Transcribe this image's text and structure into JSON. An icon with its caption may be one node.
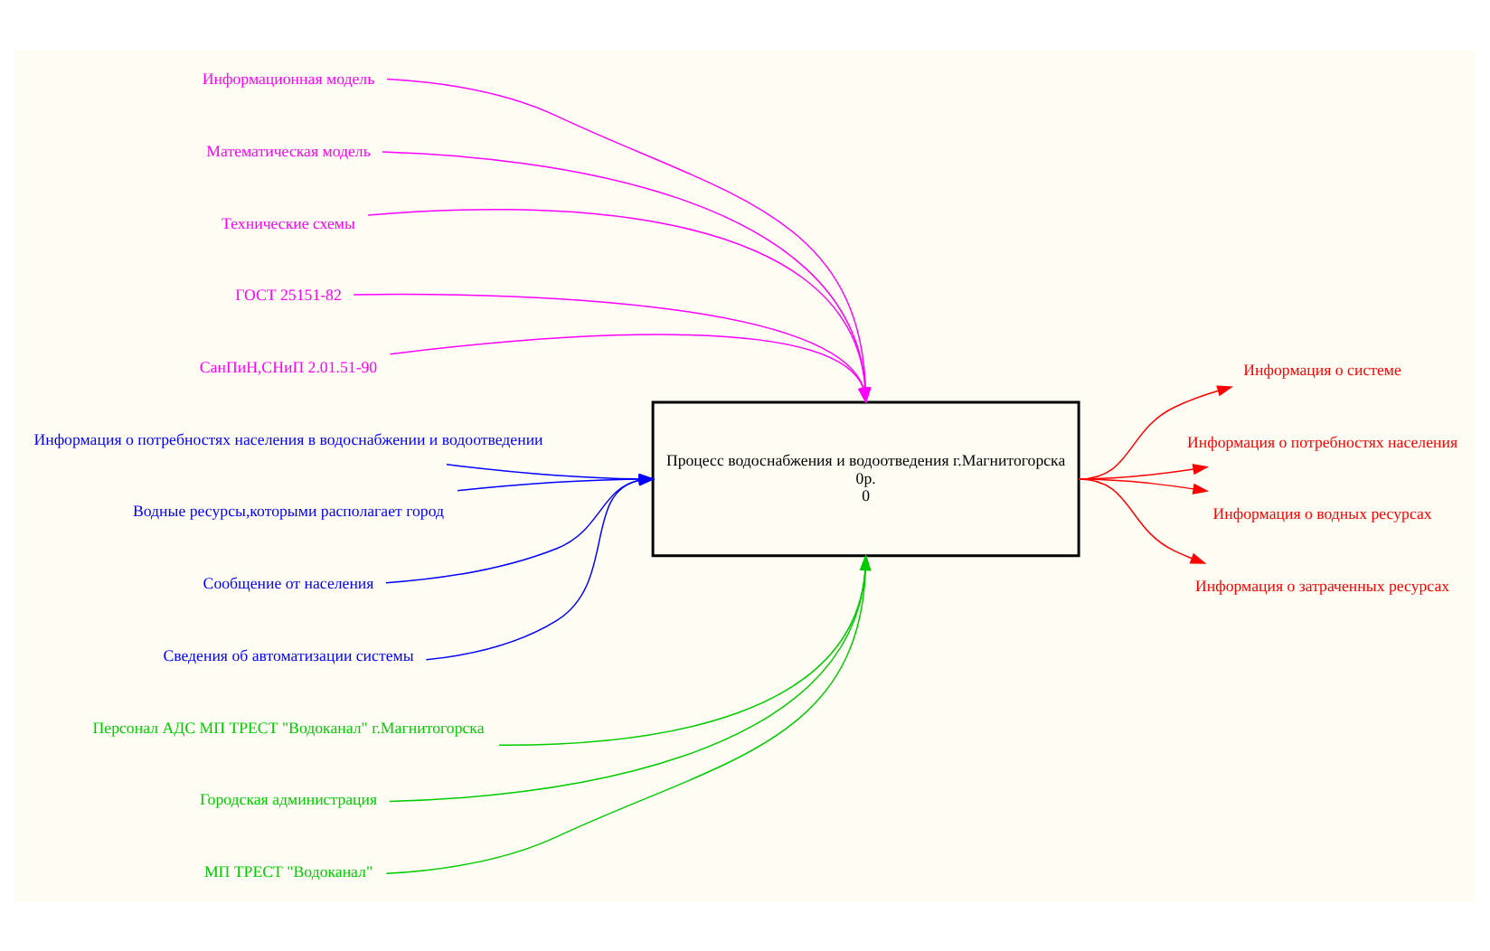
{
  "diagram": {
    "nodes": [
      {
        "text": [
          "Процесс водоснабжения и водоотведения г.Магнитогорска",
          "0р.",
          "0"
        ]
      },
      {
        "text": [
          "Информация о потребностях населения в водоснабжении и водоотведении"
        ]
      },
      {
        "text": [
          "Водные ресурсы,которыми располагает город"
        ]
      },
      {
        "text": [
          "Сообщение от населения"
        ]
      },
      {
        "text": [
          "Сведения об автоматизации системы"
        ]
      },
      {
        "text": [
          "Математическая модель"
        ]
      },
      {
        "text": [
          "Информационная модель"
        ]
      },
      {
        "text": [
          "СанПиН,СНиП 2.01.51-90"
        ]
      },
      {
        "text": [
          "Технические схемы"
        ]
      },
      {
        "text": [
          "ГОСТ 25151-82"
        ]
      },
      {
        "text": [
          "Информация о системе"
        ]
      },
      {
        "text": [
          "Информация о потребностях населения"
        ]
      },
      {
        "text": [
          "Информация о водных ресурсах"
        ]
      },
      {
        "text": [
          "Информация о затраченных ресурсах"
        ]
      },
      {
        "text": [
          "Персонал АДС МП ТРЕСТ \"Водоканал\" г.Магнитогорска"
        ]
      },
      {
        "text": [
          "Городская администрация"
        ]
      },
      {
        "text": [
          "МП ТРЕСТ \"Водоканал\""
        ]
      }
    ],
    "edges": [
      {
        "from": 1,
        "to": 0,
        "arrow": "to",
        "color": "#0000ff"
      },
      {
        "from": 2,
        "to": 0,
        "arrow": "to",
        "color": "#0000ff"
      },
      {
        "from": 3,
        "to": 0,
        "arrow": "to",
        "color": "#0000ff"
      },
      {
        "from": 4,
        "to": 0,
        "arrow": "to",
        "color": "#0000ff"
      },
      {
        "from": 6,
        "to": 0,
        "arrow": "to",
        "color": "#ff00ff"
      },
      {
        "from": 5,
        "to": 0,
        "arrow": "to",
        "color": "#ff00ff"
      },
      {
        "from": 8,
        "to": 0,
        "arrow": "to",
        "color": "#ff00ff"
      },
      {
        "from": 9,
        "to": 0,
        "arrow": "to",
        "color": "#ff00ff"
      },
      {
        "from": 7,
        "to": 0,
        "arrow": "to",
        "color": "#ff00ff"
      },
      {
        "from": 0,
        "to": 10,
        "arrow": "to",
        "color": "#ff0000"
      },
      {
        "from": 0,
        "to": 11,
        "arrow": "to",
        "color": "#ff0000"
      },
      {
        "from": 0,
        "to": 12,
        "arrow": "to",
        "color": "#ff0000"
      },
      {
        "from": 0,
        "to": 13,
        "arrow": "to",
        "color": "#ff0000"
      },
      {
        "from": 14,
        "to": 0,
        "arrow": "to",
        "color": "#00cc00"
      },
      {
        "from": 15,
        "to": 0,
        "arrow": "to",
        "color": "#00cc00"
      },
      {
        "from": 16,
        "to": 0,
        "arrow": "to",
        "color": "#00cc00"
      }
    ]
  }
}
